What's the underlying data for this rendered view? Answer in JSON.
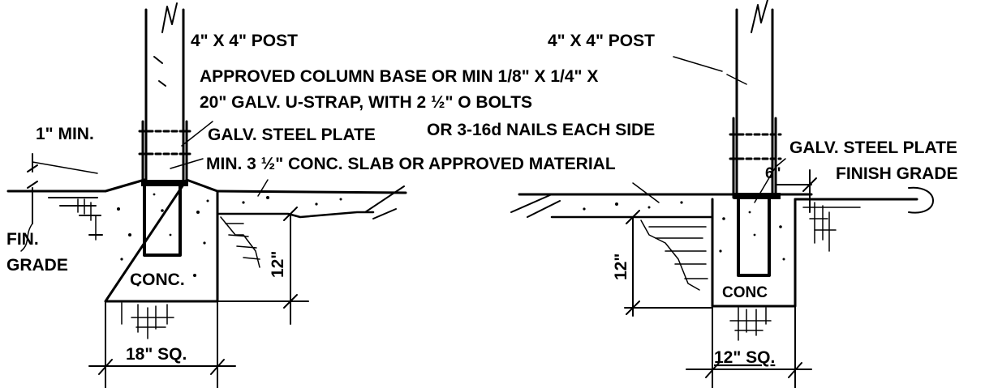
{
  "labels": {
    "post_left": "4\" X 4\" POST",
    "post_right": "4\" X 4\" POST",
    "column_base_1": "APPROVED COLUMN BASE OR MIN 1/8\" X 1/4\" X",
    "column_base_2": "20\" GALV. U-STRAP, WITH 2 ½\" O BOLTS",
    "nails": "OR 3-16d NAILS EACH SIDE",
    "one_inch_min": "1\" MIN.",
    "galv_plate_left": "GALV. STEEL PLATE",
    "galv_plate_right": "GALV. STEEL PLATE",
    "slab": "MIN. 3 ½\" CONC. SLAB OR APPROVED MATERIAL",
    "six_inch": "6\"",
    "finish_grade": "FINISH GRADE",
    "fin": "FIN.",
    "grade": "GRADE",
    "conc_left": "CONC.",
    "conc_right": "CONC",
    "twelve_left": "12\"",
    "twelve_right": "12\"",
    "eighteen_sq": "18\" SQ.",
    "twelve_sq": "12\" SQ."
  }
}
